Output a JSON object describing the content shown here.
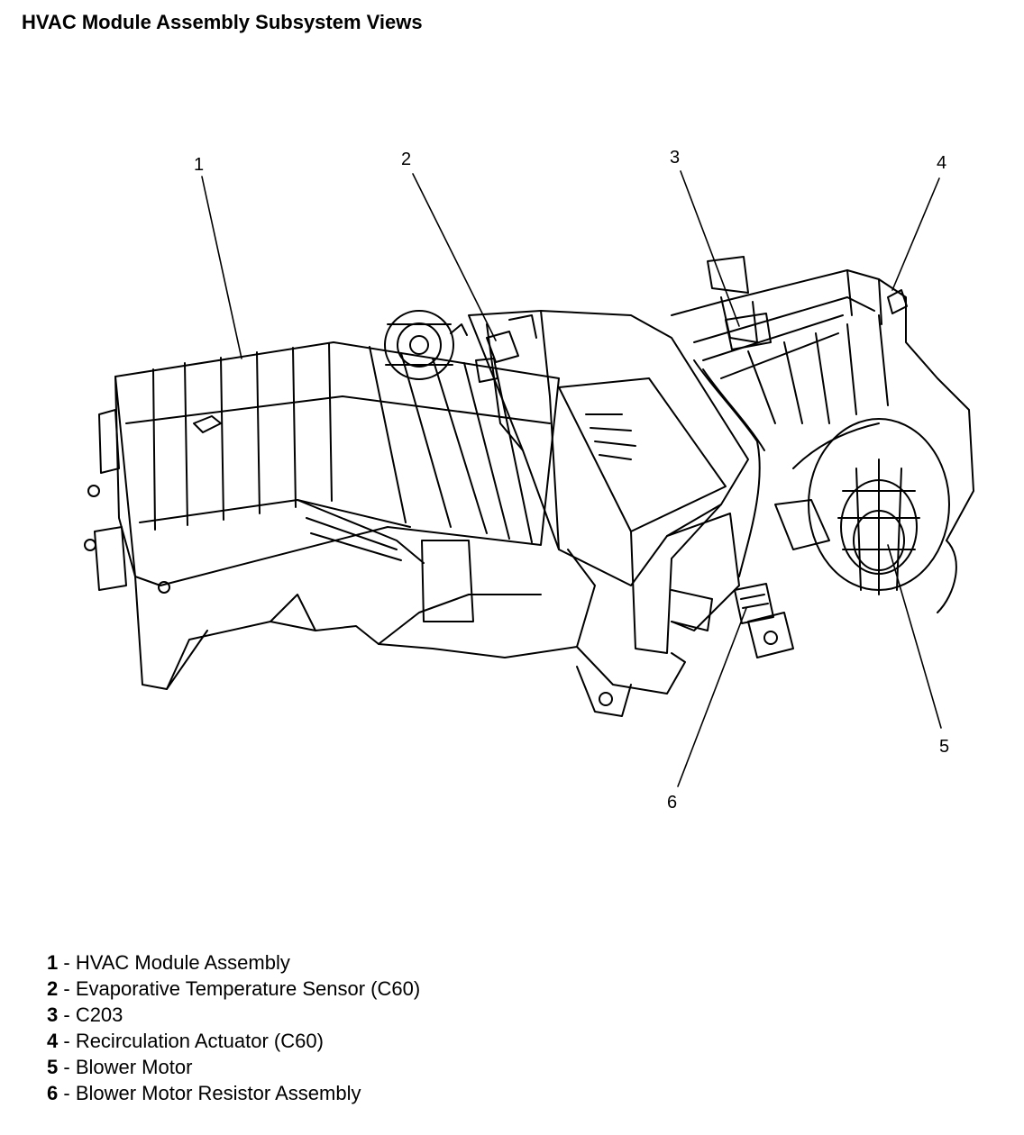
{
  "title": "HVAC Module Assembly Subsystem Views",
  "callouts": [
    "1",
    "2",
    "3",
    "4",
    "5",
    "6"
  ],
  "legend": [
    {
      "num": "1",
      "sep": " - ",
      "label": "HVAC Module Assembly"
    },
    {
      "num": "2",
      "sep": " - ",
      "label": "Evaporative Temperature Sensor (C60)"
    },
    {
      "num": "3",
      "sep": " - ",
      "label": "C203"
    },
    {
      "num": "4",
      "sep": " - ",
      "label": "Recirculation Actuator (C60)"
    },
    {
      "num": "5",
      "sep": " - ",
      "label": "Blower Motor"
    },
    {
      "num": "6",
      "sep": " - ",
      "label": "Blower Motor Resistor Assembly"
    }
  ]
}
